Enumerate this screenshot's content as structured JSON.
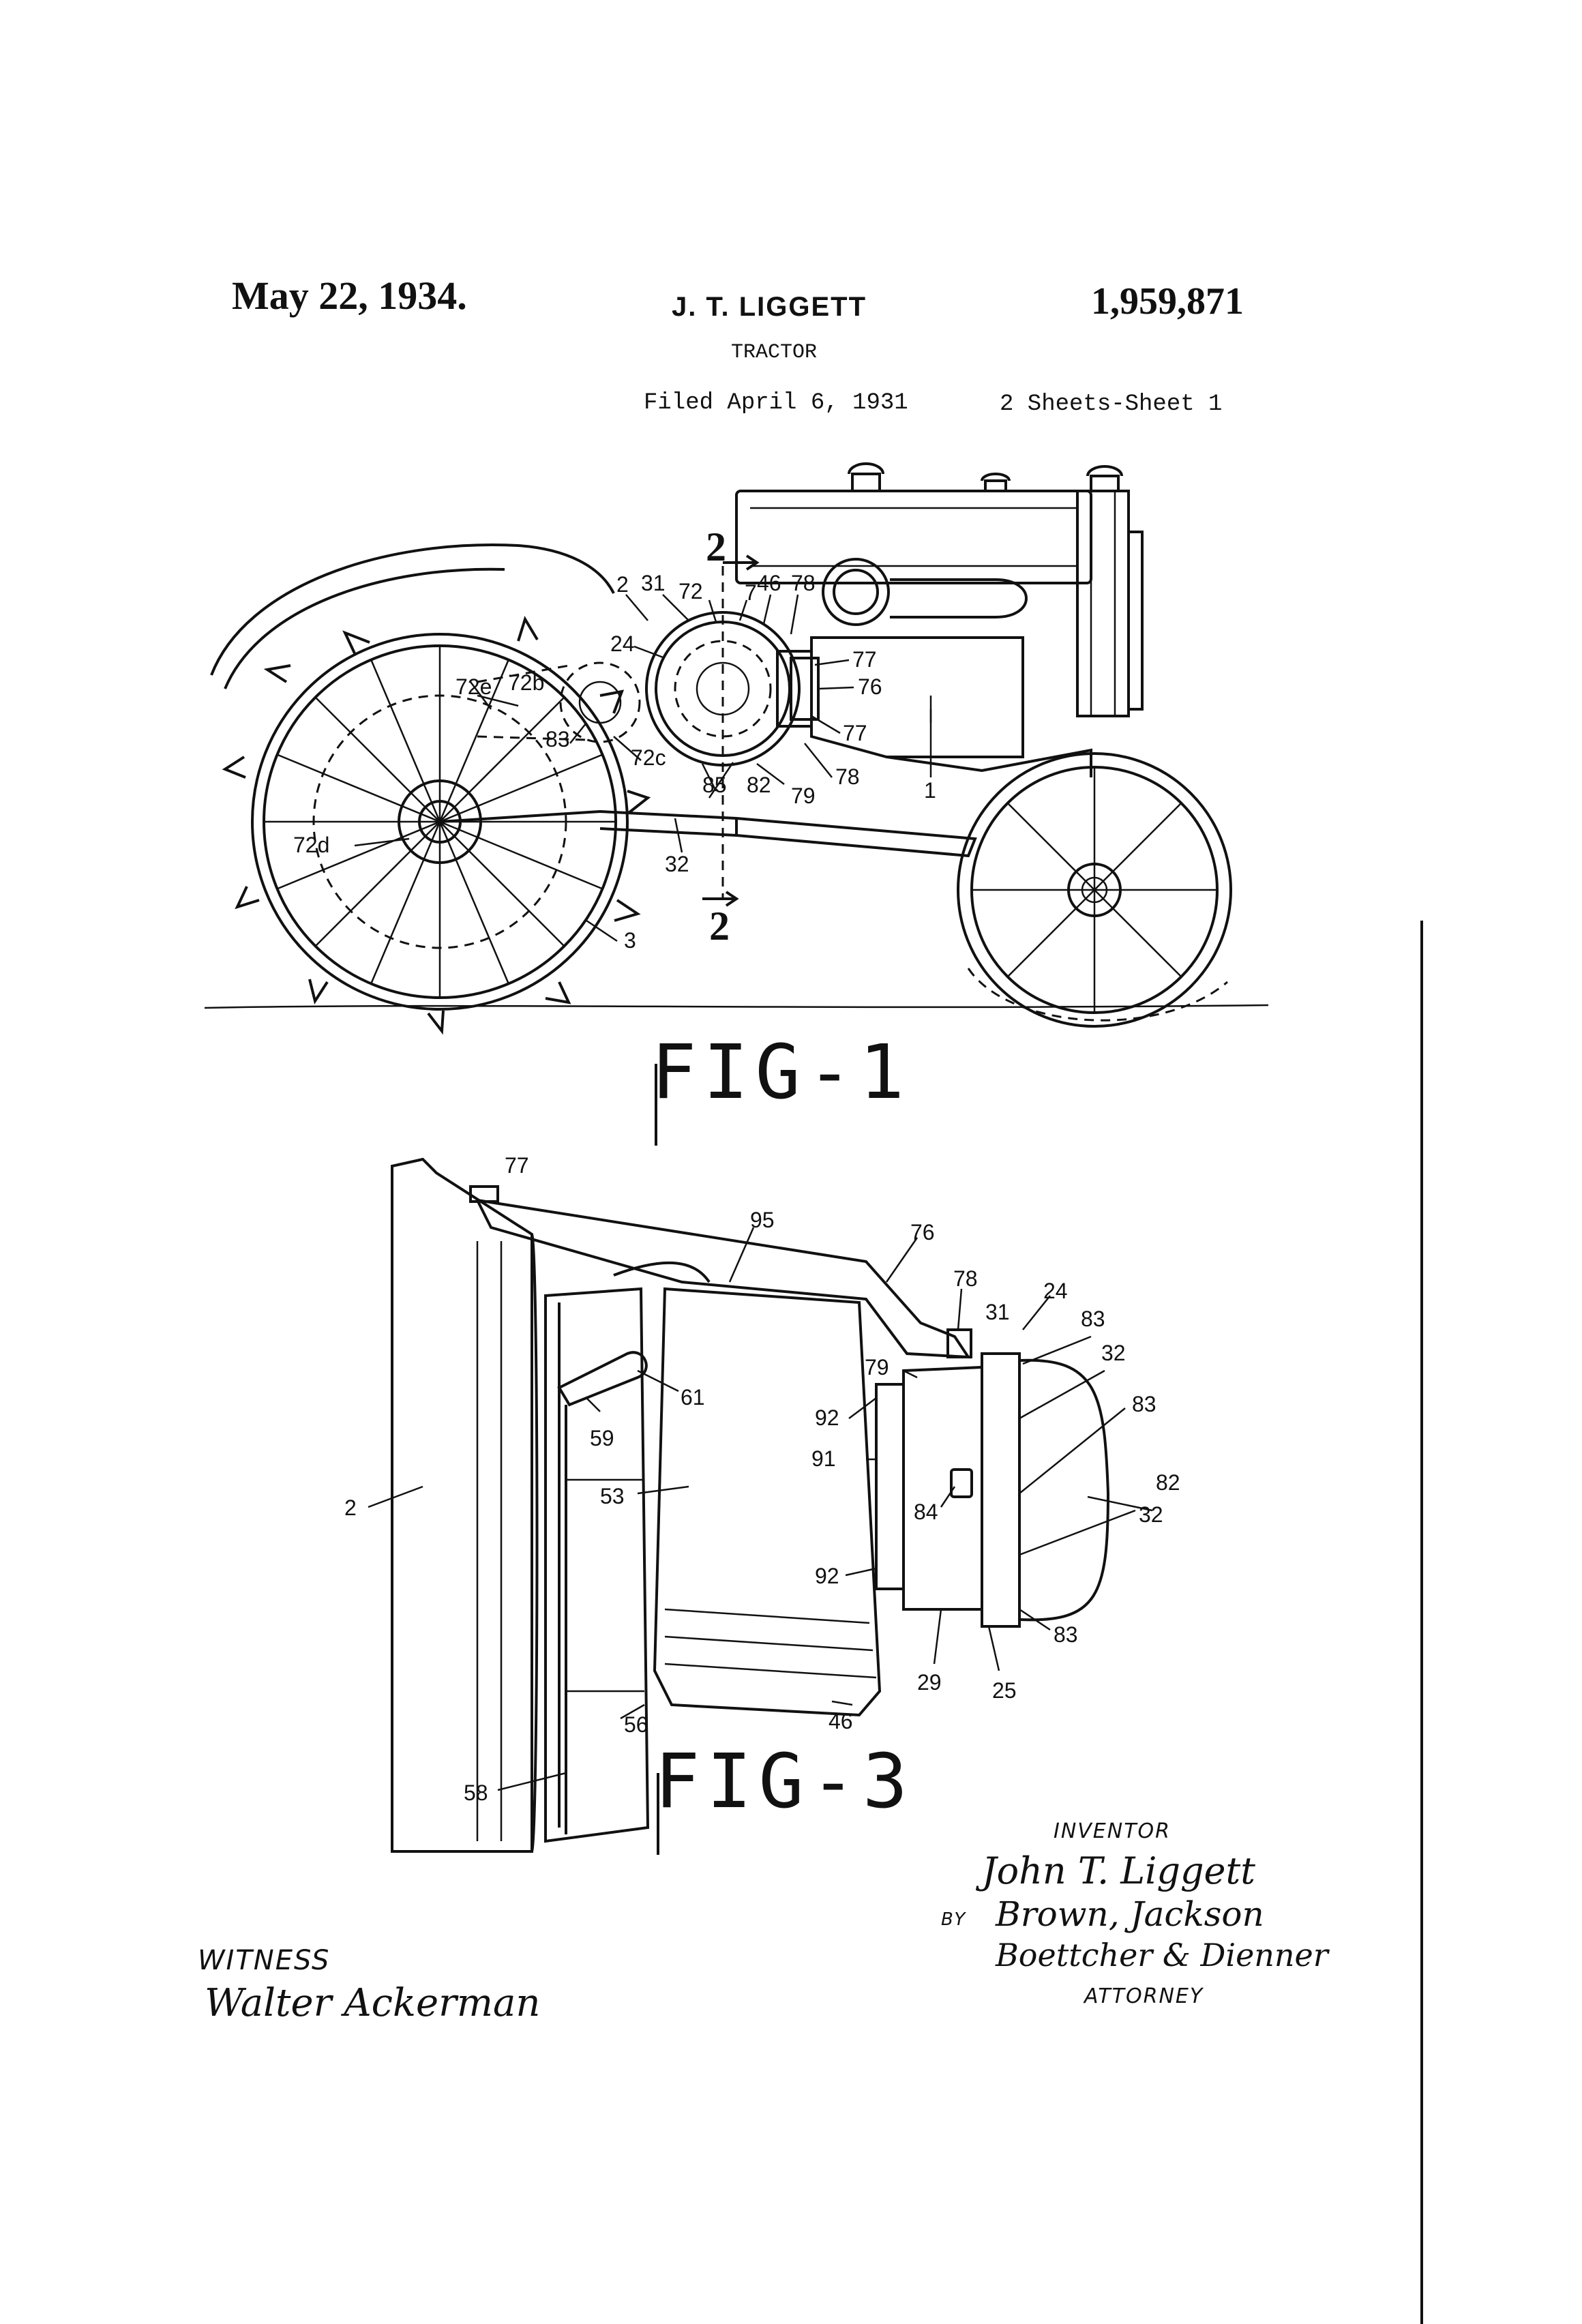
{
  "header": {
    "date": "May 22, 1934.",
    "inventor_name": "J. T. LIGGETT",
    "patent_number": "1,959,871",
    "title": "TRACTOR",
    "filed": "Filed April 6, 1931",
    "sheets": "2 Sheets-Sheet 1"
  },
  "figures": {
    "fig1_label": "FIG-1",
    "fig3_label": "FIG-3",
    "section_marks": [
      "2",
      "2"
    ],
    "fig1_refs": [
      "2",
      "31",
      "72",
      "7",
      "46",
      "78",
      "24",
      "77",
      "76",
      "77",
      "72e",
      "72b",
      "83",
      "72c",
      "85",
      "82",
      "79",
      "78",
      "72d",
      "32",
      "3",
      "1"
    ],
    "fig3_refs": [
      "77",
      "95",
      "76",
      "78",
      "24",
      "31",
      "83",
      "79",
      "32",
      "92",
      "61",
      "59",
      "91",
      "83",
      "2",
      "53",
      "84",
      "82",
      "32",
      "92",
      "83",
      "29",
      "25",
      "46",
      "56",
      "58"
    ]
  },
  "signatures": {
    "inventor_caption": "INVENTOR",
    "inventor_signature": "John T. Liggett",
    "by_label": "BY",
    "attorney_signature_line1": "Brown, Jackson",
    "attorney_signature_line2": "Boettcher & Dienner",
    "attorney_caption": "ATTORNEY",
    "witness_caption": "WITNESS",
    "witness_signature": "Walter Ackerman"
  }
}
